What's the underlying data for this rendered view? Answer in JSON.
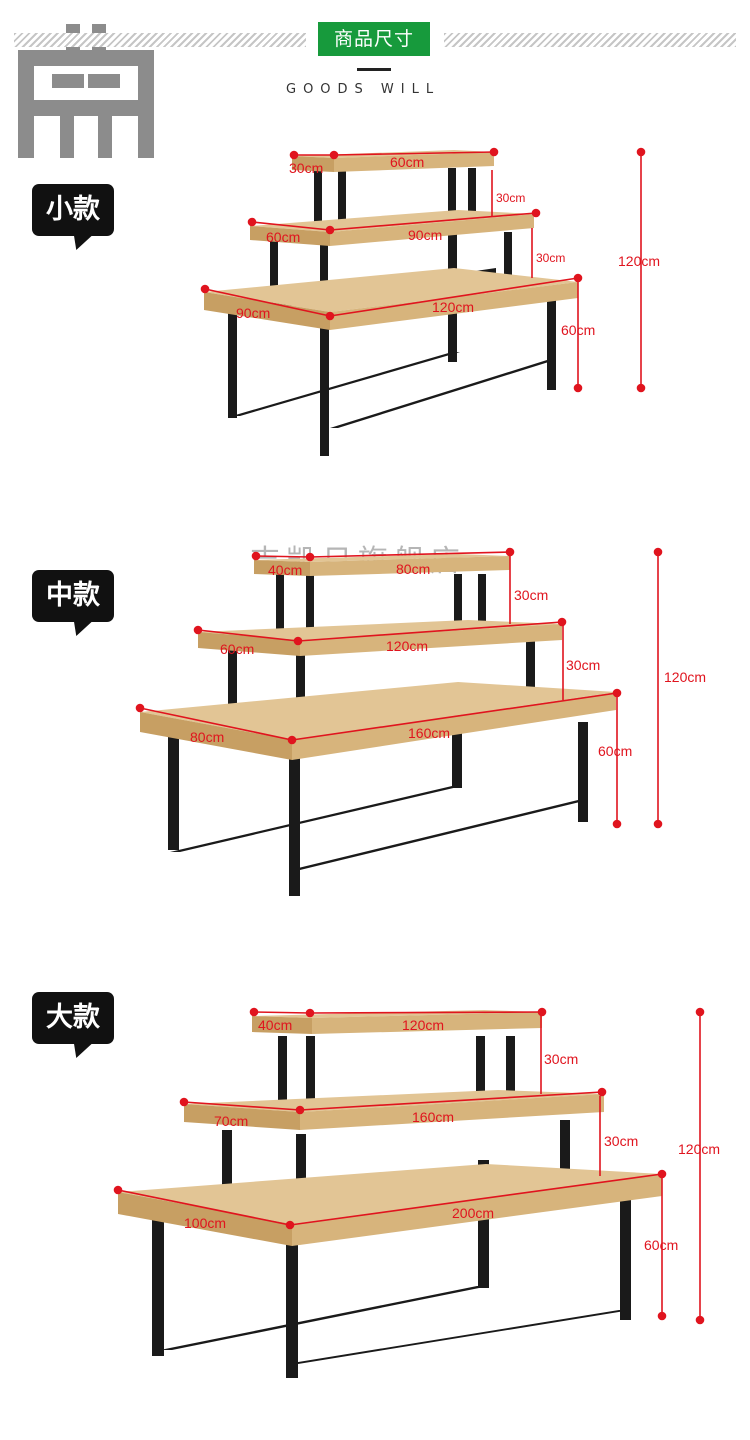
{
  "header": {
    "title": "商品尺寸",
    "subtitle": "GOODS WILL"
  },
  "watermark": "吉凯日旗舰店",
  "colors": {
    "accent_green": "#179a3c",
    "wood": "#d9b883",
    "wood_dark": "#c39a5e",
    "metal": "#1a1a1a",
    "dimension_red": "#e0141e",
    "badge_black": "#111111"
  },
  "variants": [
    {
      "label": "小款",
      "top_depth": "30cm",
      "top_width": "60cm",
      "mid_depth": "60cm",
      "mid_width": "90cm",
      "bottom_depth": "90cm",
      "bottom_width": "120cm",
      "gap_top": "30cm",
      "gap_mid": "30cm",
      "leg_height": "60cm",
      "total_height": "120cm"
    },
    {
      "label": "中款",
      "top_depth": "40cm",
      "top_width": "80cm",
      "mid_depth": "60cm",
      "mid_width": "120cm",
      "bottom_depth": "80cm",
      "bottom_width": "160cm",
      "gap_top": "30cm",
      "gap_mid": "30cm",
      "leg_height": "60cm",
      "total_height": "120cm"
    },
    {
      "label": "大款",
      "top_depth": "40cm",
      "top_width": "120cm",
      "mid_depth": "70cm",
      "mid_width": "160cm",
      "bottom_depth": "100cm",
      "bottom_width": "200cm",
      "gap_top": "30cm",
      "gap_mid": "30cm",
      "leg_height": "60cm",
      "total_height": "120cm"
    }
  ]
}
